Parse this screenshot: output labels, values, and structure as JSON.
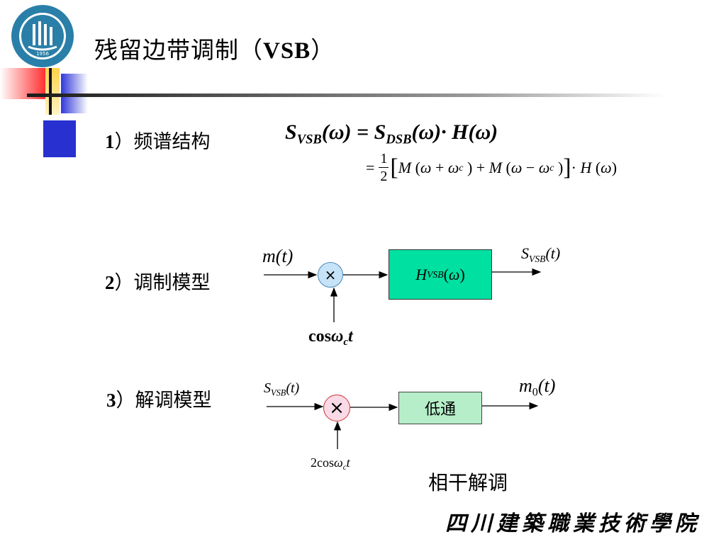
{
  "title": {
    "text_cn": "残留边带调制（",
    "text_latin": "VSB",
    "text_close": "）"
  },
  "logo": {
    "year": "1956"
  },
  "sections": {
    "s1": {
      "num": "1",
      "label": "）频谱结构"
    },
    "s2": {
      "num": "2",
      "label": "）调制模型"
    },
    "s3": {
      "num": "3",
      "label": "）解调模型"
    }
  },
  "formula": {
    "line1": "S_VSB(ω) = S_DSB(ω)·H(ω)",
    "line2": "= 1/2 [M(ω+ω_c) + M(ω−ω_c)]·H(ω)"
  },
  "mod_model": {
    "input": "m(t)",
    "multiplier": "×",
    "block": "H_VSB(ω)",
    "carrier": "cosω_c t",
    "output": "S_VSB(t)"
  },
  "demod_model": {
    "input": "S_VSB(t)",
    "multiplier": "×",
    "block": "低通",
    "carrier": "2cosω_c t",
    "output": "m_0(t)"
  },
  "note": "相干解调",
  "school_name": "四川建築職業技術學院",
  "colors": {
    "block_green": "#00e0a0",
    "lowpass_green": "#b5eec8",
    "mult_blue": "#c6e3f7",
    "mult_pink": "#fadae6",
    "deco_red": "#ff3030",
    "deco_yellow": "#ffd24a",
    "deco_blue": "#2830d0"
  }
}
